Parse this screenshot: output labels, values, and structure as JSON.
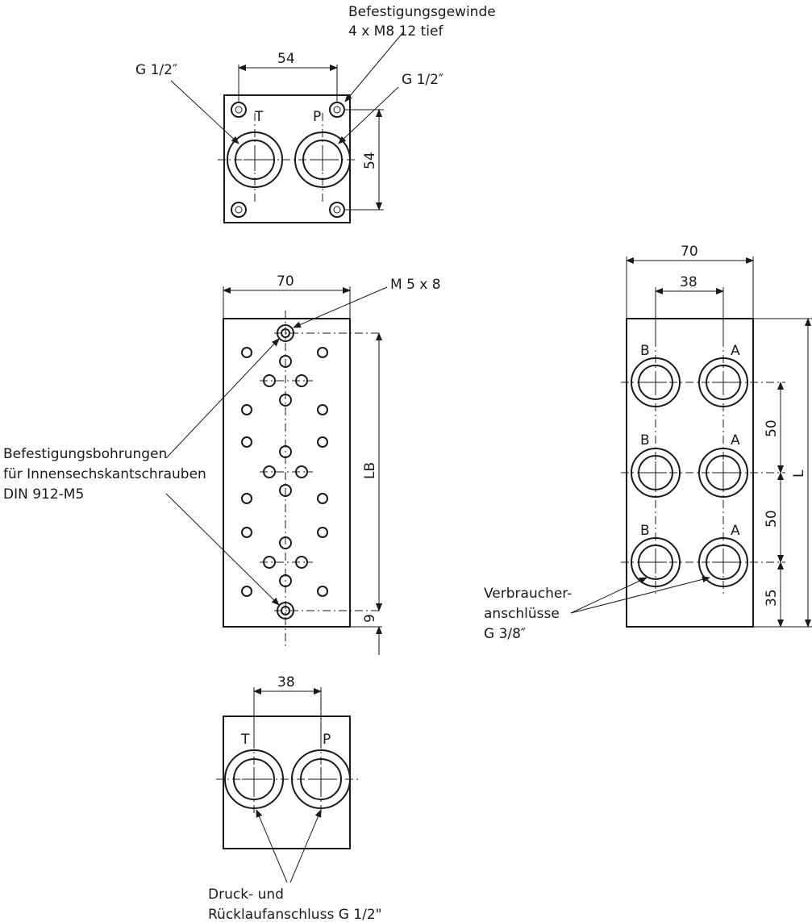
{
  "top_view": {
    "thread_label": "Befestigungsgewinde",
    "thread_spec": "4 x M8 12 tief",
    "port_left_label": "G 1/2″",
    "port_right_label": "G 1/2″",
    "dim_width": "54",
    "dim_height": "54",
    "port_T": "T",
    "port_P": "P"
  },
  "middle_view": {
    "dim_width": "70",
    "screw_label": "M 5 x 8",
    "bore_label_1": "Befestigungsbohrungen",
    "bore_label_2": "für Innensechskantschrauben",
    "bore_label_3": "DIN 912-M5",
    "dim_lb": "LB",
    "dim_9": "9"
  },
  "bottom_view": {
    "dim_width": "38",
    "port_T": "T",
    "port_P": "P",
    "label_1": "Druck- und",
    "label_2": "Rücklaufanschluss G 1/2\""
  },
  "right_view": {
    "dim_outer": "70",
    "dim_inner": "38",
    "port_B": "B",
    "port_A": "A",
    "dim_50_a": "50",
    "dim_50_b": "50",
    "dim_35": "35",
    "dim_L": "L",
    "consumer_label_1": "Verbraucher-",
    "consumer_label_2": "anschlüsse",
    "consumer_label_3": "G 3/8″"
  }
}
